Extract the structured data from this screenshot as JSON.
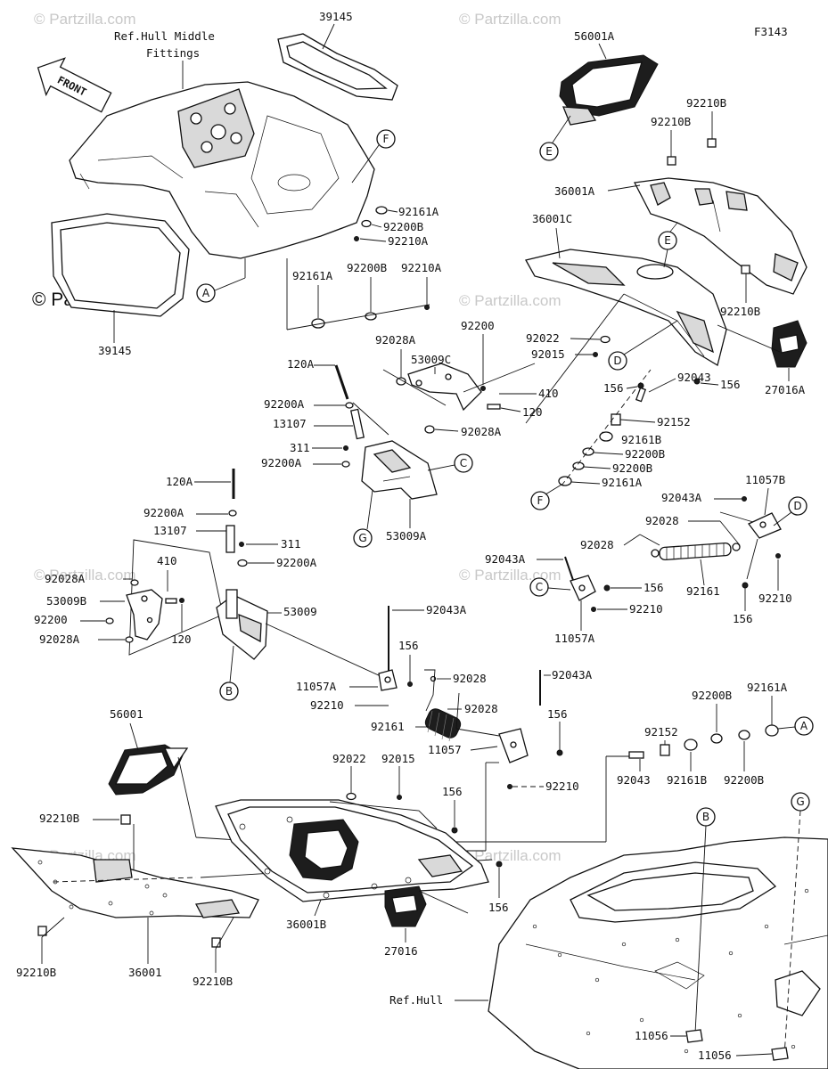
{
  "figure_code": "F3143",
  "watermarks": {
    "site": "© Partzilla.com"
  },
  "front_arrow_label": "FRONT",
  "ref_labels": {
    "hull_middle_line1": "Ref.Hull Middle",
    "hull_middle_line2": "Fittings",
    "hull": "Ref.Hull"
  },
  "part_labels": {
    "p39145_top": "39145",
    "p39145_bottom": "39145",
    "p56001A": "56001A",
    "p92210B_a": "92210B",
    "p92210B_b": "92210B",
    "p36001A": "36001A",
    "p36001C": "36001C",
    "p92161A_a": "92161A",
    "p92200B_a": "92200B",
    "p92210A_a": "92210A",
    "p92161A_b": "92161A",
    "p92200B_b": "92200B",
    "p92210A_b": "92210A",
    "p92210B_c": "92210B",
    "p92200_a": "92200",
    "p92028A_a": "92028A",
    "p53009C": "53009C",
    "p92022_a": "92022",
    "p92015_a": "92015",
    "p410_a": "410",
    "p120_a": "120",
    "p92028A_b": "92028A",
    "p120A_a": "120A",
    "p92200A_a": "92200A",
    "p13107_a": "13107",
    "p311_a": "311",
    "p92200A_b": "92200A",
    "p53009A": "53009A",
    "p156_a": "156",
    "p156_b": "156",
    "p92043": "92043",
    "p27016A": "27016A",
    "p92152_a": "92152",
    "p92161B_a": "92161B",
    "p92200B_c": "92200B",
    "p92200B_d": "92200B",
    "p92161A_c": "92161A",
    "p120A_b": "120A",
    "p92200A_c": "92200A",
    "p13107_b": "13107",
    "p311_b": "311",
    "p92200A_d": "92200A",
    "p410_b": "410",
    "p92028A_c": "92028A",
    "p53009B": "53009B",
    "p92200_b": "92200",
    "p92028A_d": "92028A",
    "p120_b": "120",
    "p53009": "53009",
    "p11057B": "11057B",
    "p92043A_a": "92043A",
    "p92028_a": "92028",
    "p92043A_b": "92043A",
    "p92028_b": "92028",
    "p156_c": "156",
    "p92210_a": "92210",
    "p11057A_a": "11057A",
    "p92161_a": "92161",
    "p92210_b": "92210",
    "p156_d": "156",
    "p92043A_c": "92043A",
    "p156_e": "156",
    "p11057A_b": "11057A",
    "p92210_c": "92210",
    "p92028_c": "92028",
    "p92161_b": "92161",
    "p92028_d": "92028",
    "p92043A_d": "92043A",
    "p156_f": "156",
    "p11057": "11057",
    "p92210_d": "92210",
    "p56001": "56001",
    "p92022_b": "92022",
    "p92015_b": "92015",
    "p156_g": "156",
    "p92152_b": "92152",
    "p92200B_e": "92200B",
    "p92161A_d": "92161A",
    "p92043_b": "92043",
    "p92161B_b": "92161B",
    "p92200B_f": "92200B",
    "p92210B_d": "92210B",
    "p156_h": "156",
    "p92210B_e": "92210B",
    "p36001": "36001",
    "p92210B_f": "92210B",
    "p36001B": "36001B",
    "p27016": "27016",
    "p11056_a": "11056",
    "p11056_b": "11056"
  },
  "callouts": {
    "A1": "A",
    "A2": "A",
    "B1": "B",
    "B2": "B",
    "C1": "C",
    "C2": "C",
    "D1": "D",
    "D2": "D",
    "E1": "E",
    "E2": "E",
    "F1": "F",
    "F2": "F",
    "G1": "G",
    "G2": "G"
  }
}
